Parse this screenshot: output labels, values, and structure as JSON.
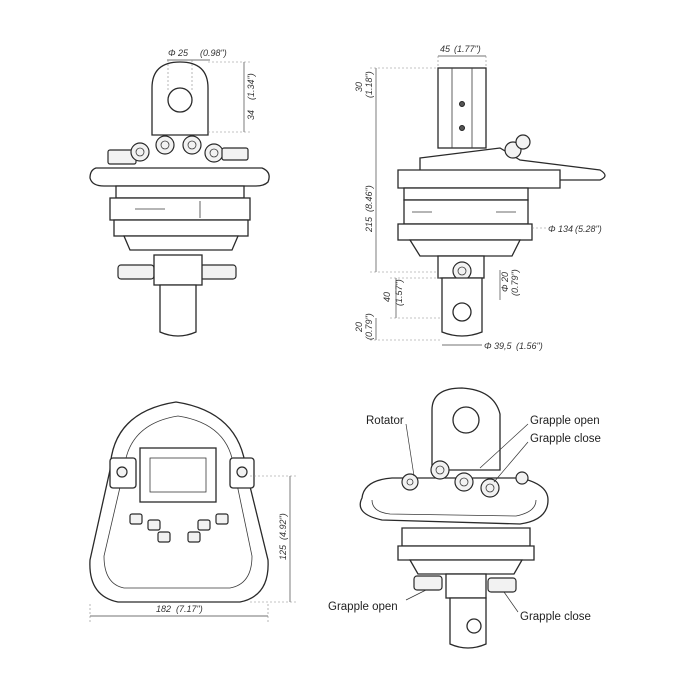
{
  "front_view": {
    "dim_pin": "Φ 25",
    "dim_pin_in": "(0.98\")",
    "dim_top": "34",
    "dim_top_in": "(1.34\")"
  },
  "side_view": {
    "dim_width_top": "45",
    "dim_width_top_in": "(1.77\")",
    "dim_30": "30",
    "dim_30_in": "(1.18\")",
    "dim_215": "215",
    "dim_215_in": "(8.46\")",
    "dim_d134": "Φ 134",
    "dim_d134_in": "(5.28\")",
    "dim_d20": "Φ 20",
    "dim_d20_in": "(0.79\")",
    "dim_40": "40",
    "dim_40_in": "(1.57\")",
    "dim_20": "20",
    "dim_20_in": "(0.79\")",
    "dim_d39": "Φ 39,5",
    "dim_d39_in": "(1.56\")"
  },
  "top_view": {
    "dim_125": "125",
    "dim_125_in": "(4.92\")",
    "dim_182": "182",
    "dim_182_in": "(7.17\")"
  },
  "iso_view": {
    "label_rotator": "Rotator",
    "label_grapple_open_top": "Grapple open",
    "label_grapple_close_top": "Grapple close",
    "label_grapple_open_bottom": "Grapple open",
    "label_grapple_close_bottom": "Grapple close"
  }
}
